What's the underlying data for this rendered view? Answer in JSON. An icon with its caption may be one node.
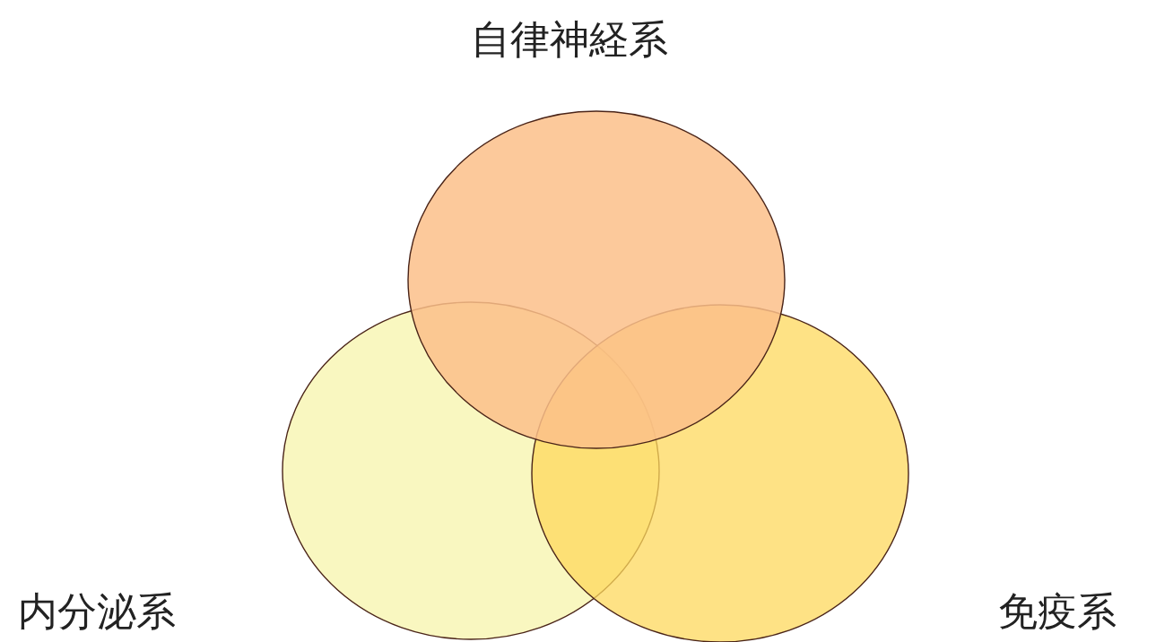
{
  "diagram": {
    "nodes": [
      {
        "text": [
          "自律神経系"
        ]
      },
      {
        "text": [
          "内分泌系"
        ]
      },
      {
        "text": [
          "免疫系"
        ]
      }
    ]
  }
}
